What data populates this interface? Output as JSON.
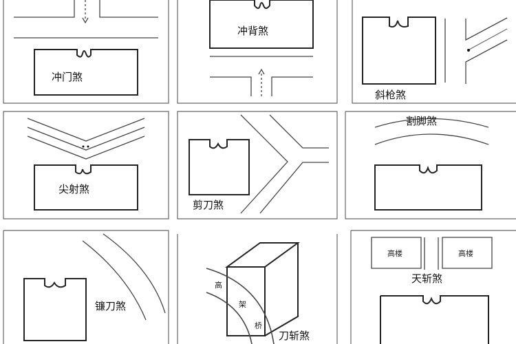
{
  "panels": [
    {
      "label": "冲门煞"
    },
    {
      "label": "冲背煞"
    },
    {
      "label": "斜枪煞"
    },
    {
      "label": "尖射煞"
    },
    {
      "label": "剪刀煞"
    },
    {
      "label": "割脚煞"
    },
    {
      "label": "镰刀煞"
    },
    {
      "label": "刀斩煞",
      "road_chars": [
        "高",
        "架",
        "桥"
      ]
    },
    {
      "label": "天斩煞",
      "building_labels": [
        "高楼",
        "高楼"
      ]
    }
  ]
}
